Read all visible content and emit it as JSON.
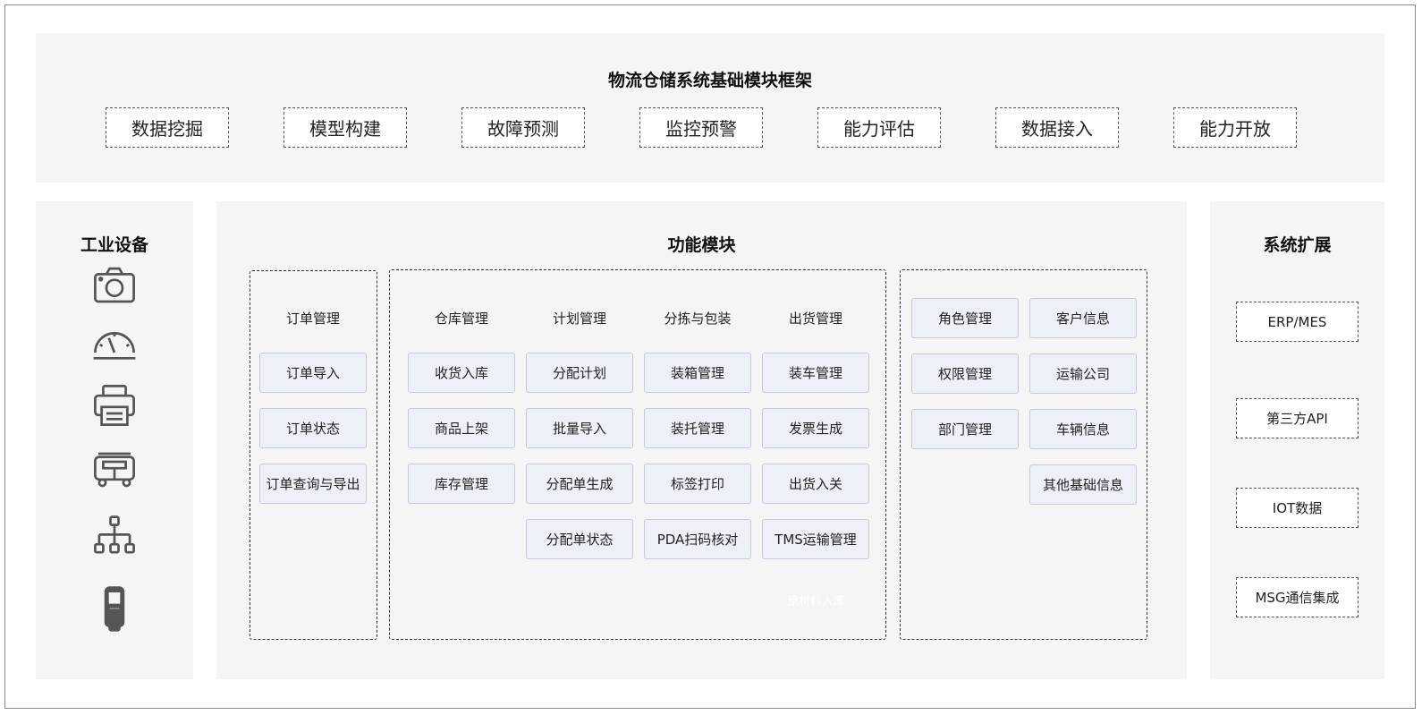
{
  "top": {
    "title": "物流仓储系统基础模块框架",
    "capabilities": [
      "数据挖掘",
      "模型构建",
      "故障预测",
      "监控预警",
      "能力评估",
      "数据接入",
      "能力开放"
    ]
  },
  "left": {
    "title": "工业设备",
    "icons": [
      "camera-icon",
      "gauge-icon",
      "printer-icon",
      "vehicle-icon",
      "network-icon",
      "handheld-scanner-icon"
    ]
  },
  "center": {
    "title": "功能模块",
    "order_group": {
      "header": "订单管理",
      "items": [
        "订单导入",
        "订单状态",
        "订单查询与导出"
      ]
    },
    "warehouse_group": {
      "columns": [
        {
          "header": "仓库管理",
          "items": [
            "收货入库",
            "商品上架",
            "库存管理"
          ]
        },
        {
          "header": "计划管理",
          "items": [
            "分配计划",
            "批量导入",
            "分配单生成",
            "分配单状态"
          ]
        },
        {
          "header": "分拣与包装",
          "items": [
            "装箱管理",
            "装托管理",
            "标签打印",
            "PDA扫码核对"
          ]
        },
        {
          "header": "出货管理",
          "items": [
            "装车管理",
            "发票生成",
            "出货入关",
            "TMS运输管理"
          ]
        }
      ],
      "watermark": "原材料入库"
    },
    "base_group": {
      "col1": [
        "角色管理",
        "权限管理",
        "部门管理"
      ],
      "col2": [
        "客户信息",
        "运输公司",
        "车辆信息",
        "其他基础信息"
      ]
    }
  },
  "right": {
    "title": "系统扩展",
    "items": [
      "ERP/MES",
      "第三方API",
      "IOT数据",
      "MSG通信集成"
    ]
  },
  "colors": {
    "panel_bg": "#f5f5f5",
    "button_bg": "#eef0f7",
    "button_border": "#c7cad6",
    "icon": "#555555"
  }
}
